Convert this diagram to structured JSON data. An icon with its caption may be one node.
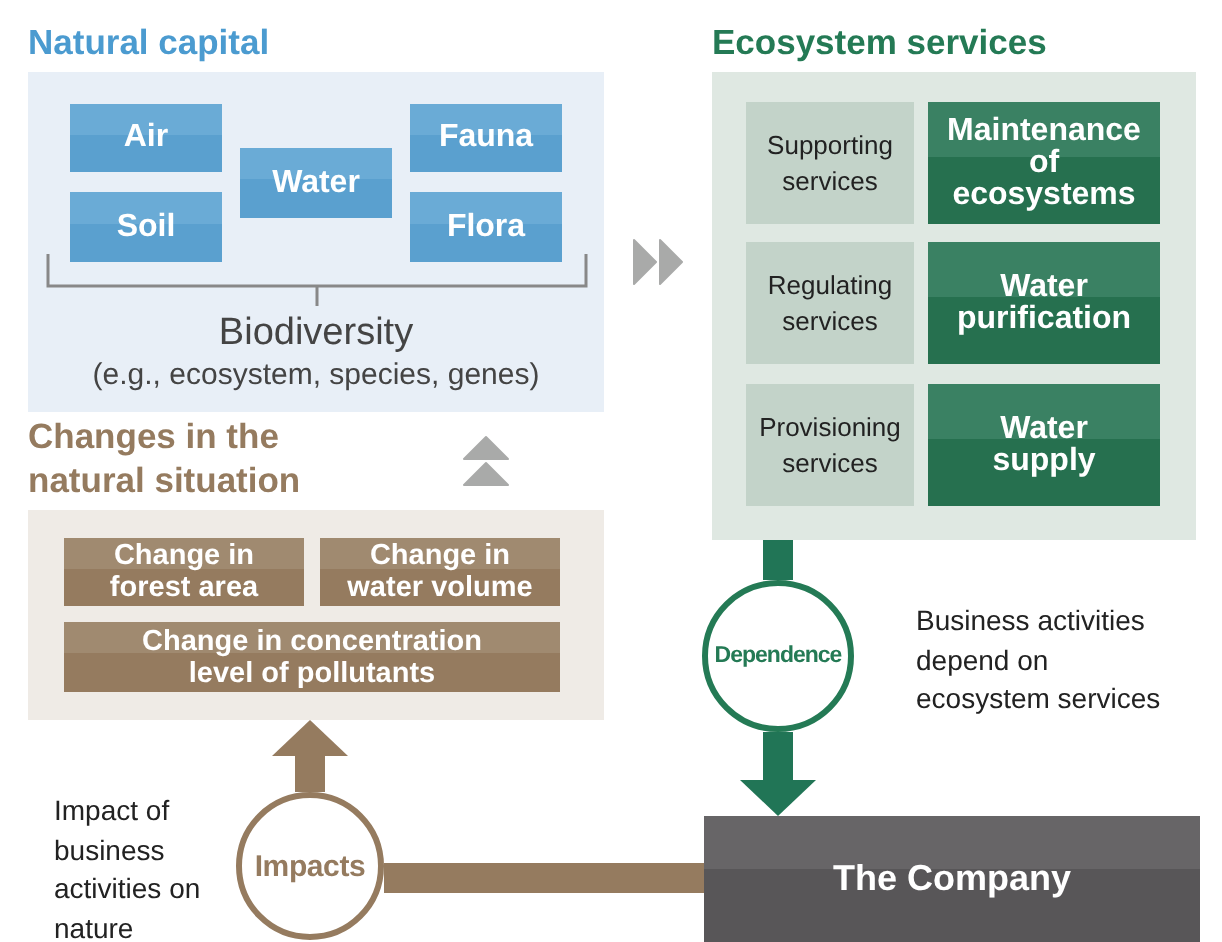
{
  "diagram": {
    "nodes": [
      {
        "text": [
          "Natural capital",
          "Biodiversity",
          "(e.g., ecosystem, species, genes)"
        ]
      },
      {
        "text": [
          "Air"
        ],
        "in": 0
      },
      {
        "text": [
          "Water"
        ],
        "in": 0
      },
      {
        "text": [
          "Fauna"
        ],
        "in": 0
      },
      {
        "text": [
          "Soil"
        ],
        "in": 0
      },
      {
        "text": [
          "Flora"
        ],
        "in": 0
      },
      {
        "text": [
          "Ecosystem services"
        ]
      },
      {
        "text": [
          "Supporting services"
        ],
        "in": 6
      },
      {
        "text": [
          "Maintenance of ecosystems"
        ],
        "in": 6
      },
      {
        "text": [
          "Regulating services"
        ],
        "in": 6
      },
      {
        "text": [
          "Water purification"
        ],
        "in": 6
      },
      {
        "text": [
          "Provisioning services"
        ],
        "in": 6
      },
      {
        "text": [
          "Water supply"
        ],
        "in": 6
      },
      {
        "text": [
          "Changes in the natural situation"
        ]
      },
      {
        "text": [
          "Change in forest area"
        ],
        "in": 13
      },
      {
        "text": [
          "Change in water volume"
        ],
        "in": 13
      },
      {
        "text": [
          "Change in concentration level of pollutants"
        ],
        "in": 13
      },
      {
        "text": [
          "Dependence"
        ],
        "beside": [
          "Business activities depend on ecosystem services"
        ]
      },
      {
        "text": [
          "The Company"
        ]
      },
      {
        "text": [
          "Impacts"
        ],
        "beside": [
          "Impact of business activities on nature"
        ]
      }
    ],
    "edges": [
      {
        "from": 0,
        "to": 6,
        "arrow": "to",
        "color": "#a9aaa9"
      },
      {
        "from": 13,
        "to": 0,
        "arrow": "to",
        "color": "#a9aaa9"
      },
      {
        "from": 6,
        "to": 17,
        "arrow": "none",
        "color": "#217556"
      },
      {
        "from": 17,
        "to": 18,
        "arrow": "to",
        "color": "#217556"
      },
      {
        "from": 18,
        "to": 19,
        "arrow": "none",
        "color": "#957b5f"
      },
      {
        "from": 19,
        "to": 13,
        "arrow": "to",
        "color": "#957b5f"
      }
    ]
  }
}
